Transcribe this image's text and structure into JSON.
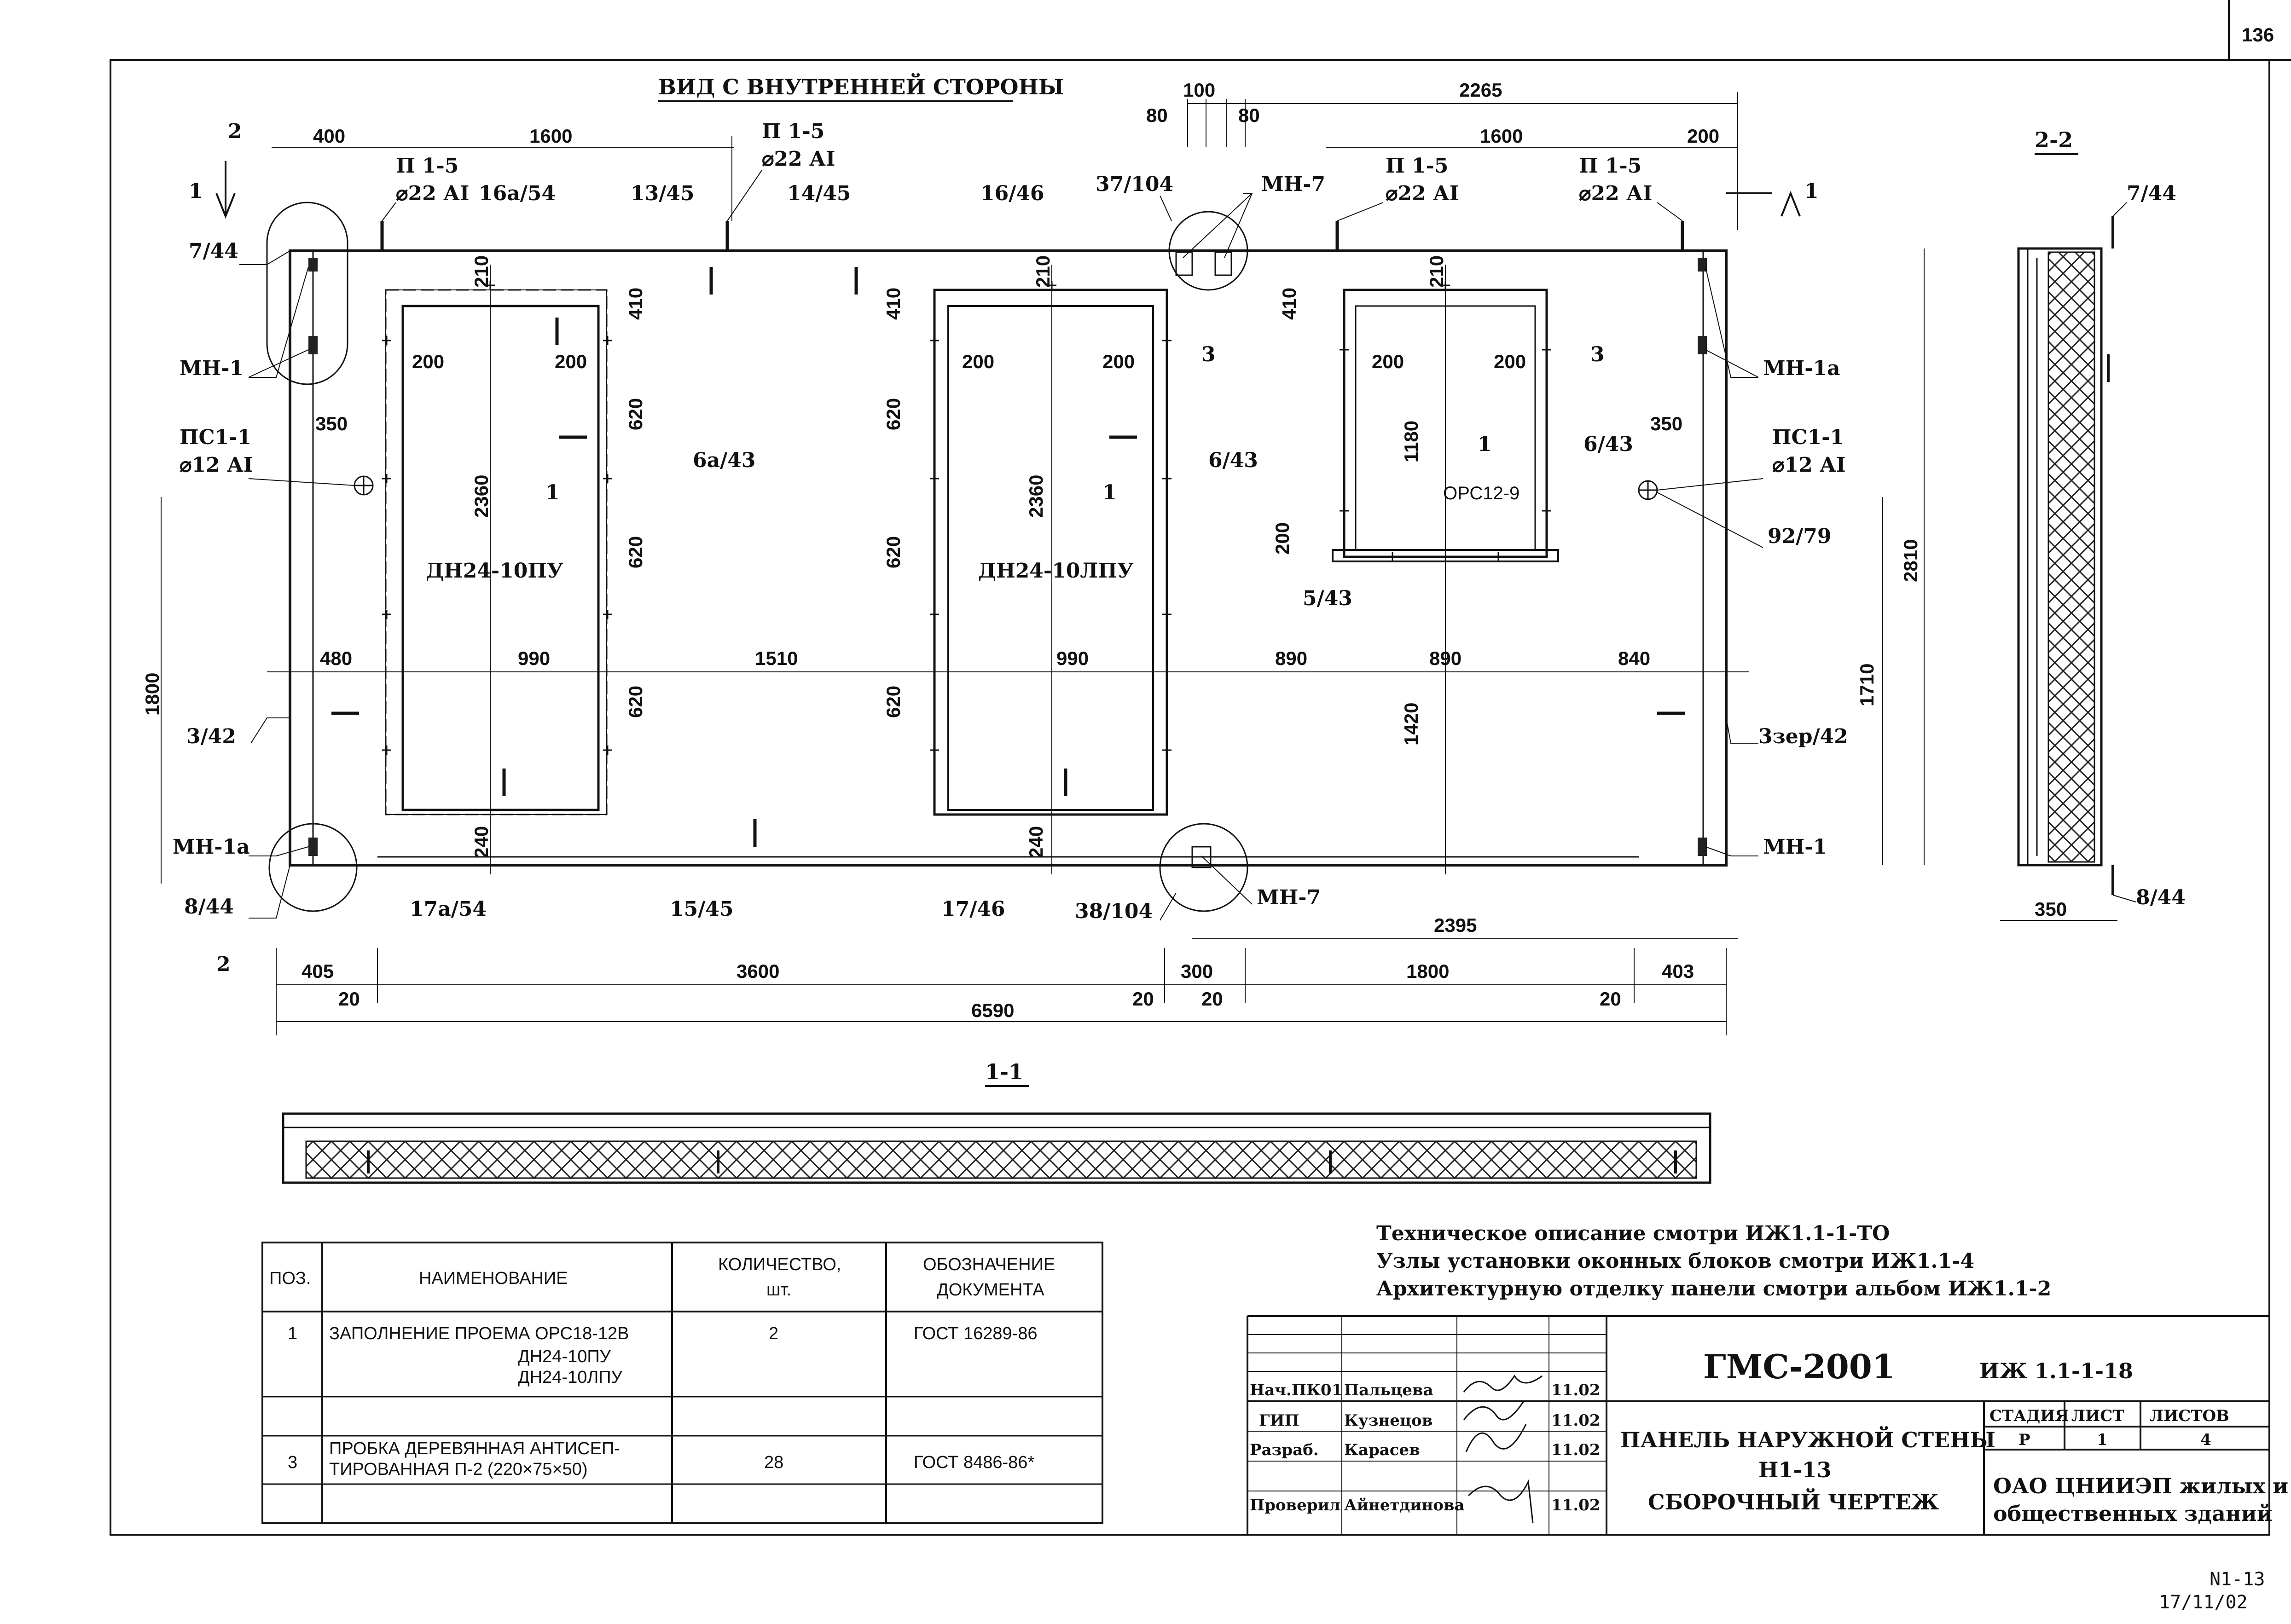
{
  "sheet_number": "136",
  "title_view": "ВИД С ВНУТРЕННЕЙ СТОРОНЫ",
  "section_1_1": "1-1",
  "section_2_2": "2-2",
  "cuts": {
    "c2": "2",
    "c1": "1"
  },
  "top_dims": {
    "d80a": "80",
    "d100": "100",
    "d80b": "80",
    "d2265": "2265",
    "d400": "400",
    "d1600a": "1600",
    "d1600b": "1600",
    "d200": "200"
  },
  "loops": {
    "p15": "П 1-5",
    "dia22": "⌀22 АI"
  },
  "marks": {
    "m16a54": "16а/54",
    "m13_45": "13/45",
    "m14_45": "14/45",
    "m16_46": "16/46",
    "m37_104": "37/104",
    "mn7": "МН-7",
    "m7_44": "7/44",
    "mn1": "МН-1",
    "mn1a": "МН-1а",
    "ps1": "ПС1-1",
    "dia12": "⌀12 АI",
    "m6a43": "6а/43",
    "m6_43": "6/43",
    "m3": "3",
    "m1": "1",
    "m5_43": "5/43",
    "m92_79": "92/79",
    "m3_42": "3/42",
    "m3zer42": "3зер/42",
    "m8_44": "8/44",
    "m17a54": "17а/54",
    "m15_45": "15/45",
    "m17_46": "17/46",
    "m38_104": "38/104"
  },
  "openings": {
    "door1": "ДН24-10ПУ",
    "door2": "ДН24-10ЛПУ",
    "window": "ОРС12-9"
  },
  "inner_dims": {
    "d210": "210",
    "d410": "410",
    "d200": "200",
    "d2360": "2360",
    "d620": "620",
    "d350": "350",
    "d1180": "1180",
    "d1420": "1420",
    "d240": "240",
    "d480": "480",
    "d990": "990",
    "d1510": "1510",
    "d890": "890",
    "d840": "840"
  },
  "side_dims": {
    "d1800": "1800",
    "d1710": "1710",
    "d2810": "2810",
    "d350": "350"
  },
  "bottom_dims": {
    "d405": "405",
    "d3600": "3600",
    "d300": "300",
    "d1800": "1800",
    "d403": "403",
    "d20": "20",
    "d6590": "6590",
    "d2395": "2395"
  },
  "notes": [
    "Техническое описание смотри ИЖ1.1-1-ТО",
    "Узлы установки оконных блоков смотри ИЖ1.1-4",
    "Архитектурную отделку панели смотри альбом ИЖ1.1-2"
  ],
  "spec": {
    "headers": [
      "ПОЗ.",
      "НАИМЕНОВАНИЕ",
      "КОЛИЧЕСТВО, шт.",
      "ОБОЗНАЧЕНИЕ ДОКУМЕНТА"
    ],
    "h_qty1": "КОЛИЧЕСТВО,",
    "h_qty2": "шт.",
    "h_doc1": "ОБОЗНАЧЕНИЕ",
    "h_doc2": "ДОКУМЕНТА",
    "rows": [
      {
        "pos": "1",
        "name1": "ЗАПОЛНЕНИЕ ПРОЕМА ОРС18-12В",
        "name2": "ДН24-10ПУ",
        "name3": "ДН24-10ЛПУ",
        "qty": "2",
        "doc": "ГОСТ 16289-86"
      },
      {
        "pos": "3",
        "name1": "ПРОБКА ДЕРЕВЯННАЯ АНТИСЕП-",
        "name2": "ТИРОВАННАЯ П-2 (220×75×50)",
        "qty": "28",
        "doc": "ГОСТ 8486-86*"
      }
    ]
  },
  "stamp": {
    "code": "ГМС-2001",
    "doc_no": "ИЖ 1.1-1-18",
    "title1": "ПАНЕЛЬ НАРУЖНОЙ СТЕНЫ",
    "title2": "Н1-13",
    "title3": "СБОРОЧНЫЙ ЧЕРТЕЖ",
    "people": [
      {
        "role": "Нач.ПК01",
        "name": "Пальцева",
        "date": "11.02"
      },
      {
        "role": "ГИП",
        "name": "Кузнецов",
        "date": "11.02"
      },
      {
        "role": "Разраб.",
        "name": "Карасев",
        "date": "11.02"
      },
      {
        "role": "Проверил",
        "name": "Айнетдинова",
        "date": "11.02"
      }
    ],
    "stage_h": "СТАДИЯ",
    "sheet_h": "ЛИСТ",
    "sheets_h": "ЛИСТОВ",
    "stage": "Р",
    "sheet": "1",
    "sheets": "4",
    "org1": "ОАО ЦНИИЭП жилых и",
    "org2": "общественных зданий"
  },
  "footer": {
    "line1": "N1-13",
    "line2": "17/11/02"
  }
}
